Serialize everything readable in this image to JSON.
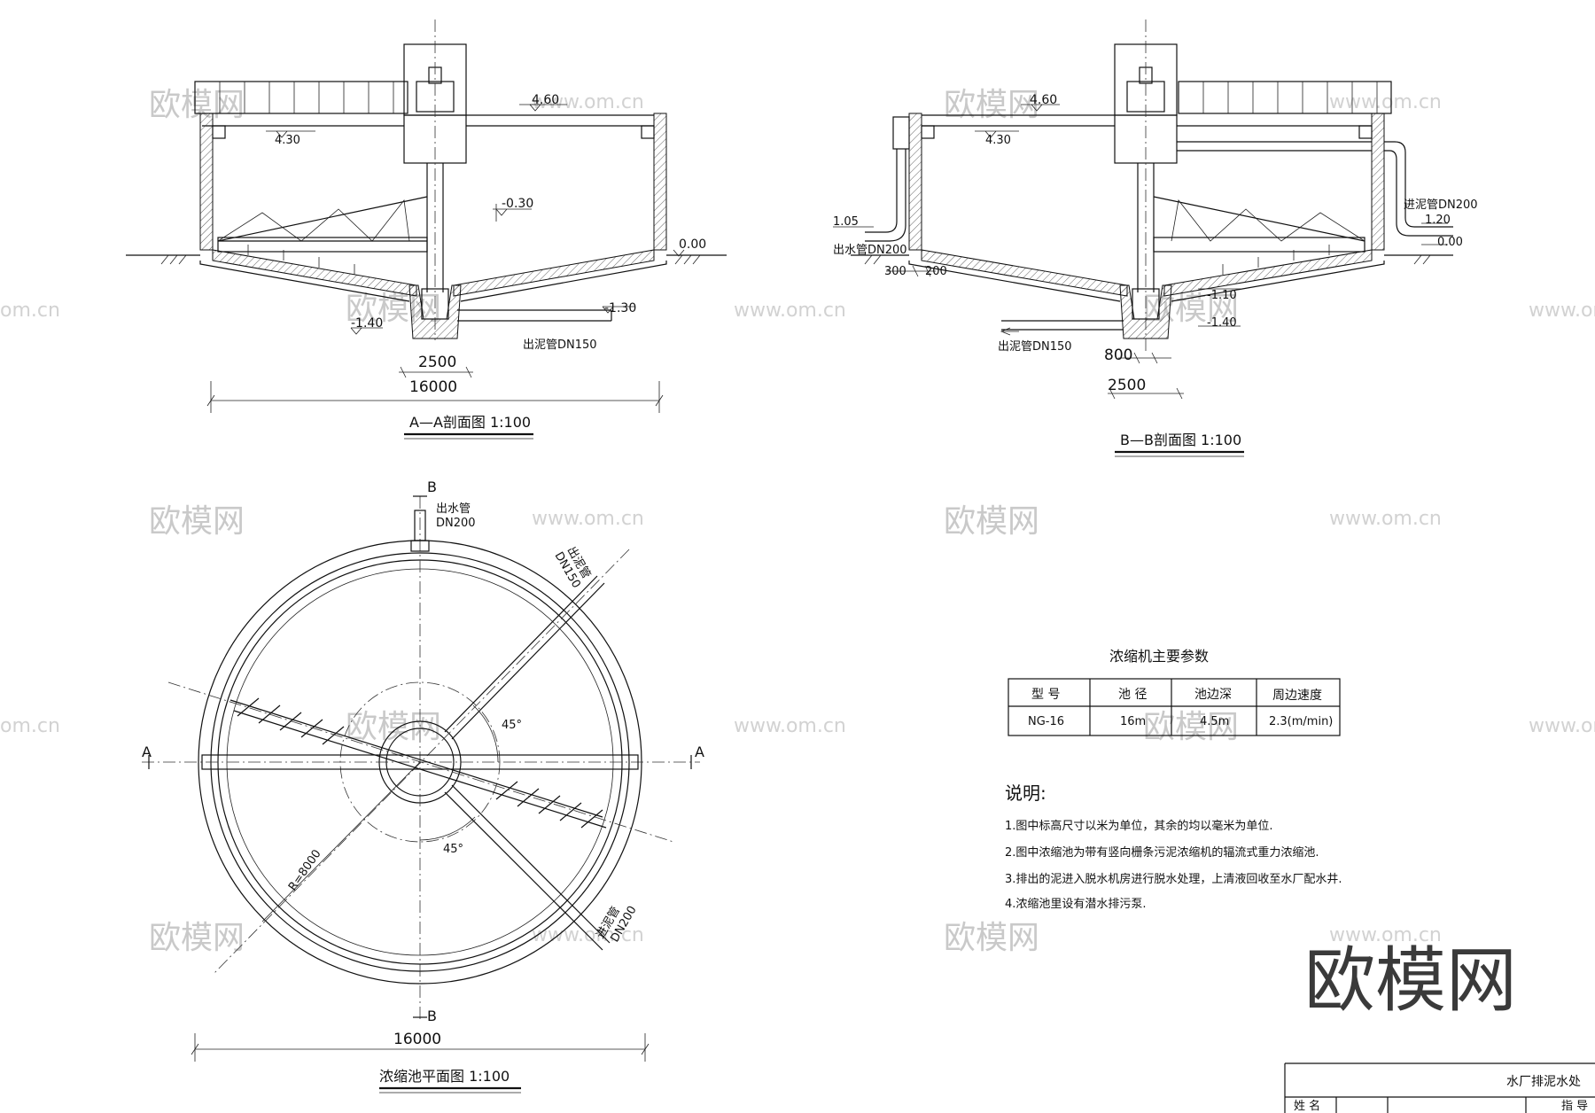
{
  "section_a": {
    "title": "A—A剖面图 1:100",
    "elev_top": "4.60",
    "elev_water": "4.30",
    "elev_mid": "-0.30",
    "elev_ground": "0.00",
    "elev_pipe": "-1.30",
    "elev_bottom": "-1.40",
    "dim_center": "2500",
    "dim_total": "16000",
    "sludge_pipe": "出泥管DN150"
  },
  "section_b": {
    "title": "B—B剖面图 1:100",
    "elev_top": "4.60",
    "elev_water": "4.30",
    "elev_out": "1.05",
    "outlet_pipe": "出水管DN200",
    "dim_300": "300",
    "dim_200": "200",
    "inlet_pipe": "进泥管DN200",
    "elev_inlet": "1.20",
    "elev_ground": "0.00",
    "elev_m110": "-1.10",
    "elev_m140": "-1.40",
    "sludge_pipe": "出泥管DN150",
    "dim_800": "800",
    "dim_2500": "2500"
  },
  "plan": {
    "title": "浓缩池平面图 1:100",
    "label_b_top": "B",
    "label_b_bottom": "B",
    "label_a_left": "A",
    "label_a_right": "A",
    "outlet_pipe_name": "出水管",
    "outlet_pipe_size": "DN200",
    "sludge_pipe_name": "出泥管",
    "sludge_pipe_size": "DN150",
    "inlet_pipe_name": "进泥管",
    "inlet_pipe_size": "DN200",
    "angle_upper": "45°",
    "angle_lower": "45°",
    "radius": "R=8000",
    "dim_total": "16000"
  },
  "params": {
    "title": "浓缩机主要参数",
    "headers": [
      "型 号",
      "池 径",
      "池边深",
      "周边速度"
    ],
    "row": [
      "NG-16",
      "16m",
      "4.5m",
      "2.3(m/min)"
    ]
  },
  "notes": {
    "heading": "说明:",
    "items": [
      "1.图中标高尺寸以米为单位，其余的均以毫米为单位.",
      "2.图中浓缩池为带有竖向栅条污泥浓缩机的辐流式重力浓缩池.",
      "3.排出的泥进入脱水机房进行脱水处理，上清液回收至水厂配水井.",
      "4.浓缩池里设有潜水排污泵."
    ]
  },
  "title_block": {
    "project": "水厂排泥水处",
    "name_label": "姓 名",
    "guide_label": "指 导"
  },
  "watermarks": {
    "logo_large": "欧模网",
    "logo_small": "欧模网",
    "url": "www.om.cn",
    "url_short": "om.cn"
  }
}
